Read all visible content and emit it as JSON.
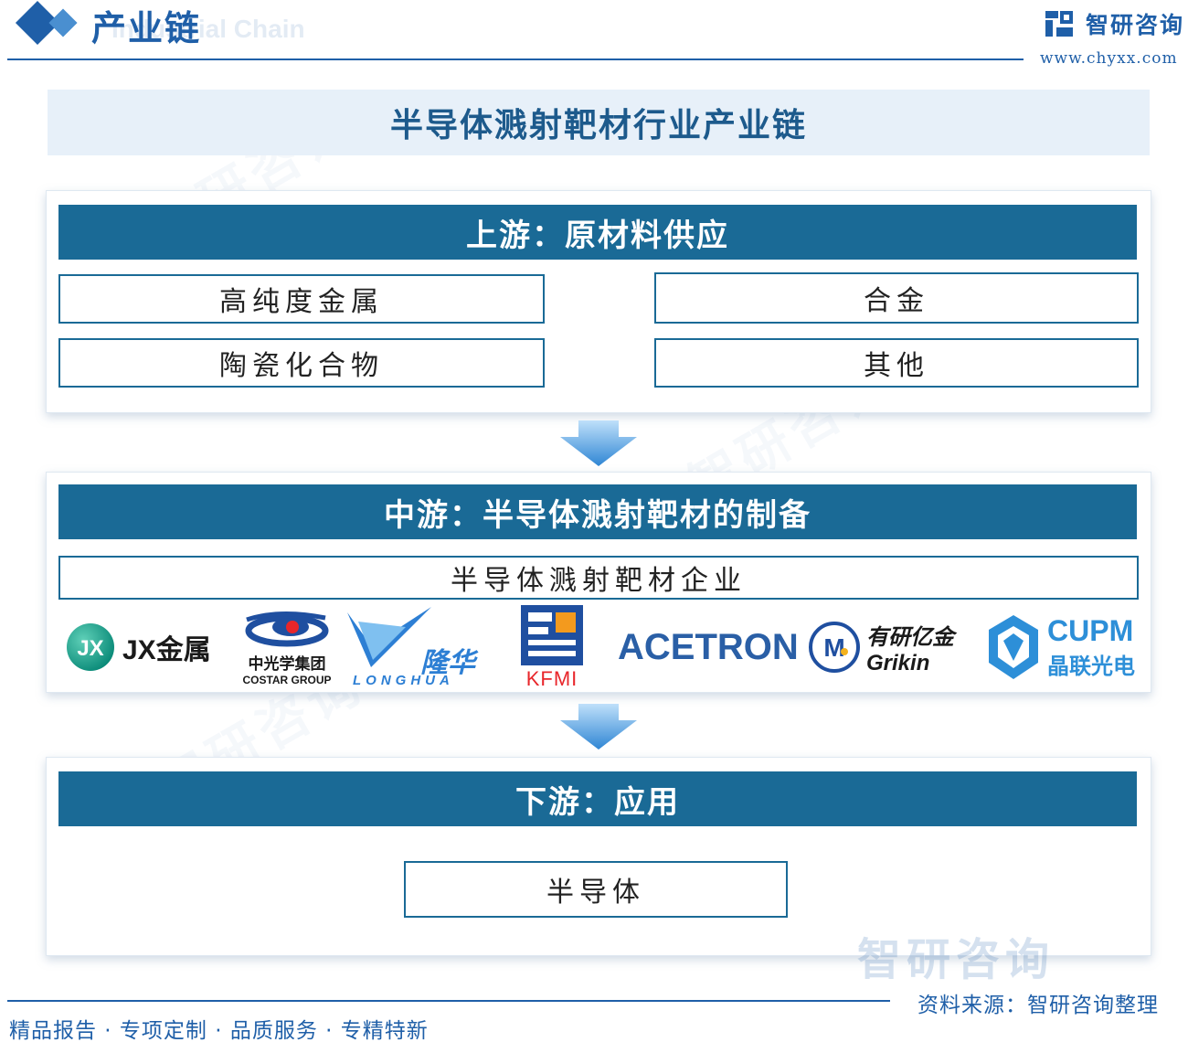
{
  "header": {
    "title": "产业链",
    "subtitle": "Industrial Chain",
    "brand_name": "智研咨询",
    "brand_url": "www.chyxx.com"
  },
  "diagram": {
    "title": "半导体溅射靶材行业产业链",
    "upstream": {
      "heading": "上游：原材料供应",
      "items": [
        "高纯度金属",
        "合金",
        "陶瓷化合物",
        "其他"
      ]
    },
    "midstream": {
      "heading": "中游：半导体溅射靶材的制备",
      "subheading": "半导体溅射靶材企业",
      "companies": {
        "jx": {
          "mark": "JX",
          "name": "JX金属"
        },
        "costar": {
          "cn": "中光学集团",
          "en": "COSTAR GROUP"
        },
        "longhua": {
          "cn": "隆华",
          "en": "LONGHUA"
        },
        "kfmi": {
          "en": "KFMI"
        },
        "acetron": {
          "en": "ACETRON"
        },
        "grikin": {
          "mark": "M",
          "cn": "有研亿金",
          "en": "Grikin"
        },
        "cupm": {
          "en": "CUPM",
          "cn": "晶联光电"
        }
      }
    },
    "downstream": {
      "heading": "下游：应用",
      "items": [
        "半导体"
      ]
    }
  },
  "footer": {
    "tagline": "精品报告 · 专项定制 · 品质服务 · 专精特新",
    "source": "资料来源：智研咨询整理",
    "watermark": "智研咨询"
  },
  "colors": {
    "brand_blue": "#1f5fa8",
    "bar_teal": "#1a6a96",
    "title_band": "#e7f0f9",
    "arrow_blue": "#3a8fd6"
  }
}
